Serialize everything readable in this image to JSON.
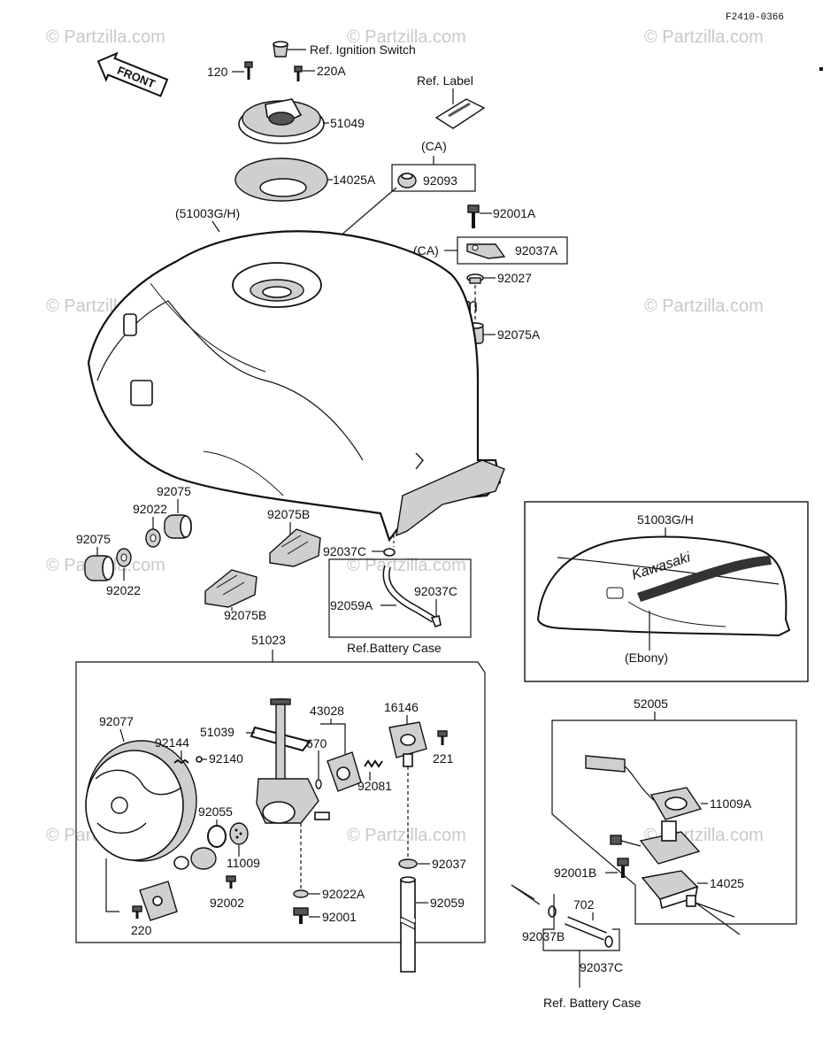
{
  "diagram_code": "F2410-0366",
  "watermark": "© Partzilla.com",
  "front_label": "FRONT",
  "brand_on_tank": "Kawasaki",
  "labels": {
    "ref_ignition_switch": "Ref. Ignition Switch",
    "p120": "120",
    "p220A": "220A",
    "p51049": "51049",
    "ref_label": "Ref. Label",
    "ca1": "(CA)",
    "p14025A": "14025A",
    "p92093": "92093",
    "p51003GH_paren": "(51003G/H)",
    "p92001A": "92001A",
    "ca2": "(CA)",
    "p92037A": "92037A",
    "p92027": "92027",
    "p92075A": "92075A",
    "p92075_1": "92075",
    "p92022_1": "92022",
    "p92075_2": "92075",
    "p92022_2": "92022",
    "p92075B_1": "92075B",
    "p92075B_2": "92075B",
    "p92037C_1": "92037C",
    "p92059A": "92059A",
    "p92037C_2": "92037C",
    "ref_battery_case_1": "Ref.Battery Case",
    "p51003GH": "51003G/H",
    "ebony": "(Ebony)",
    "p51023": "51023",
    "p92077": "92077",
    "p92144": "92144",
    "p92140": "92140",
    "p51039": "51039",
    "p43028": "43028",
    "p670": "670",
    "p92081": "92081",
    "p16146": "16146",
    "p221": "221",
    "p92055": "92055",
    "p11009": "11009",
    "p92002": "92002",
    "p92022A": "92022A",
    "p92001": "92001",
    "p220": "220",
    "p92037": "92037",
    "p92059": "92059",
    "p52005": "52005",
    "p11009A": "11009A",
    "p92001B": "92001B",
    "p14025": "14025",
    "p702": "702",
    "p92037B": "92037B",
    "p92037C_3": "92037C",
    "ref_battery_case_2": "Ref. Battery Case"
  }
}
